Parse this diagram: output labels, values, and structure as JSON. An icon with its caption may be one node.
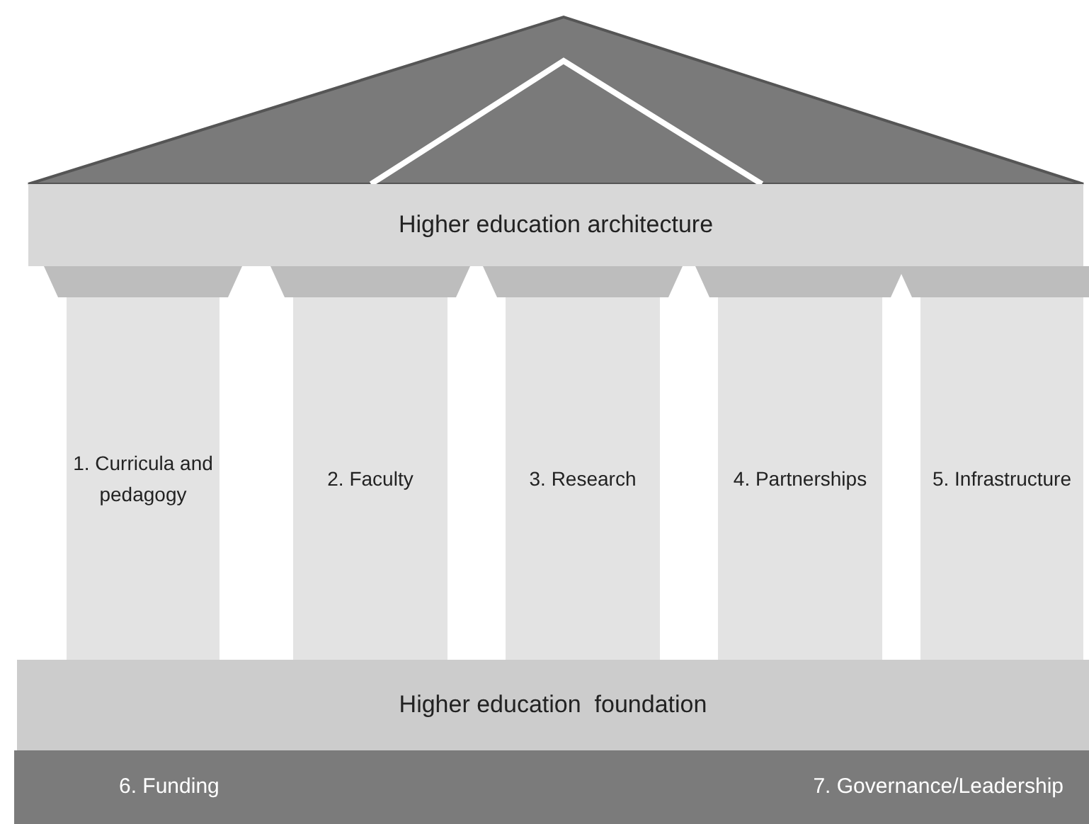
{
  "diagram": {
    "nodes": [
      {
        "text": [
          "Higher education architecture"
        ]
      },
      {
        "text": [
          "1. Curricula and pedagogy"
        ]
      },
      {
        "text": [
          "2. Faculty"
        ]
      },
      {
        "text": [
          "3. Research"
        ]
      },
      {
        "text": [
          "4. Partnerships"
        ]
      },
      {
        "text": [
          "5. Infrastructure"
        ]
      },
      {
        "text": [
          "Higher education  foundation"
        ]
      },
      {
        "text": [
          "6. Funding",
          "7. Governance/Leadership"
        ]
      }
    ]
  }
}
